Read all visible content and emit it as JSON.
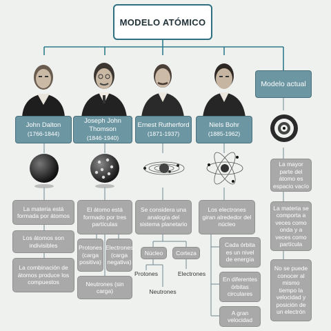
{
  "title": "MODELO ATÓMICO",
  "scientists": [
    {
      "name": "John Dalton",
      "years": "(1766-1844)"
    },
    {
      "name": "Joseph John Thomson",
      "years": "(1846-1940)"
    },
    {
      "name": "Ernest Rutherford",
      "years": "(1871-1937)"
    },
    {
      "name": "Niels Bohr",
      "years": "(1885-1962)"
    }
  ],
  "modern": {
    "label": "Modelo actual",
    "facts": [
      "La mayor parte del átomo es espacio vacío",
      "La materia se comporta a veces como onda y a veces como partícula",
      "No se puede conocer al mismo tiempo la velocidad y posición de un electrón"
    ]
  },
  "dalton": [
    "La materia está formada por átomos",
    "Los átomos son indivisibles",
    "La combinación de átomos produce los compuestos"
  ],
  "thomson": {
    "main": "El átomo está formado por tres partículas",
    "protons": "Protones (carga positiva)",
    "electrons": "Electrones (carga negativa)",
    "neutrons": "Neutrones (sin carga)"
  },
  "rutherford": {
    "main": "Se considera una analogía del sistema planetario",
    "nucleus": "Núcleo",
    "cortex": "Corteza",
    "protons": "Protones",
    "neutrons": "Neutrones",
    "electrons": "Electrones"
  },
  "bohr": {
    "main": "Los electrones giran alrededor del núcleo",
    "facts": [
      "Cada órbita es un nivel de energía",
      "En diferentes órbitas circulares",
      "A gran velocidad"
    ]
  },
  "colors": {
    "frame": "#2d6f80",
    "name_box": "#6b96a2",
    "info_box": "#a9a9a9",
    "line": "#2f7a8c"
  },
  "icons": [
    "dalton-sphere-icon",
    "thomson-pudding-icon",
    "rutherford-planetary-icon",
    "bohr-orbit-icon",
    "electron-cloud-icon"
  ]
}
